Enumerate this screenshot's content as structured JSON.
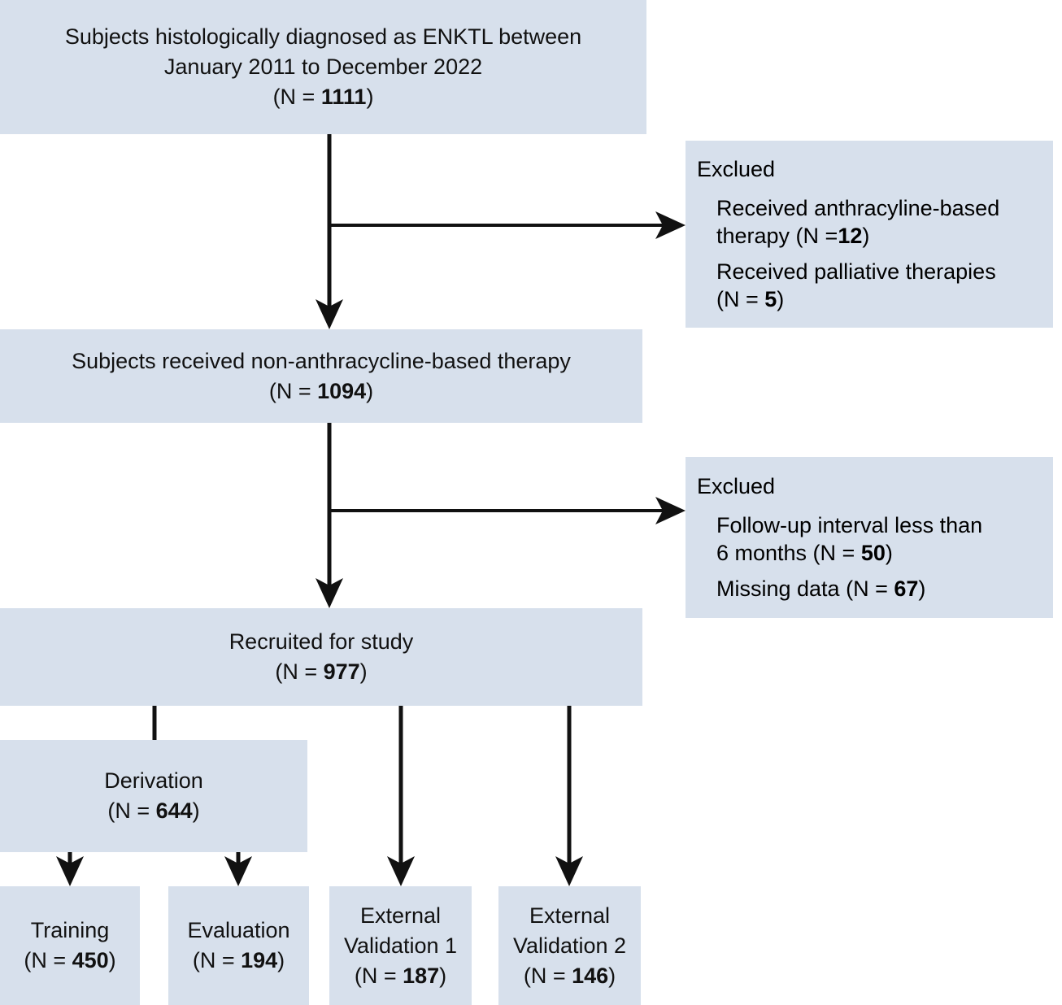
{
  "diagram": {
    "type": "study-flowchart",
    "title": "ENKTL study participant flow diagram",
    "box_color": "#d7e0ec",
    "line_color": "#111111",
    "nodes": {
      "enrolled": {
        "line1": "Subjects histologically diagnosed as ENKTL between",
        "line2": "January 2011 to December 2022",
        "n_prefix": "(N = ",
        "n_value": "1111",
        "n_suffix": ")"
      },
      "non_anthracycline": {
        "line1": "Subjects received non-anthracycline-based therapy",
        "n_prefix": "(N = ",
        "n_value": "1094",
        "n_suffix": ")"
      },
      "recruited": {
        "line1": "Recruited for study",
        "n_prefix": "(N = ",
        "n_value": "977",
        "n_suffix": ")"
      },
      "derivation": {
        "line1": "Derivation",
        "n_prefix": "(N = ",
        "n_value": "644",
        "n_suffix": ")"
      },
      "training": {
        "line1": "Training",
        "n_prefix": "(N = ",
        "n_value": "450",
        "n_suffix": ")"
      },
      "evaluation": {
        "line1": "Evaluation",
        "n_prefix": "(N = ",
        "n_value": "194",
        "n_suffix": ")"
      },
      "external_validation_1": {
        "line1": "External",
        "line2": "Validation 1",
        "n_prefix": "(N = ",
        "n_value": "187",
        "n_suffix": ")"
      },
      "external_validation_2": {
        "line1": "External",
        "line2": "Validation 2",
        "n_prefix": "(N = ",
        "n_value": "146",
        "n_suffix": ")"
      }
    },
    "exclusions": {
      "first": {
        "title": "Exclued",
        "item1_l1": "Received anthracyline-based",
        "item1_l2_prefix": "therapy (N =",
        "item1_value": "12",
        "item1_l2_suffix": ")",
        "item2_l1": "Received palliative therapies",
        "item2_l2_prefix": "(N = ",
        "item2_value": "5",
        "item2_l2_suffix": ")"
      },
      "second": {
        "title": "Exclued",
        "item1_l1": "Follow-up interval less than",
        "item1_l2_prefix": "6 months (N = ",
        "item1_value": "50",
        "item1_l2_suffix": ")",
        "item2_prefix": "Missing data (N = ",
        "item2_value": "67",
        "item2_suffix": ")"
      }
    }
  }
}
